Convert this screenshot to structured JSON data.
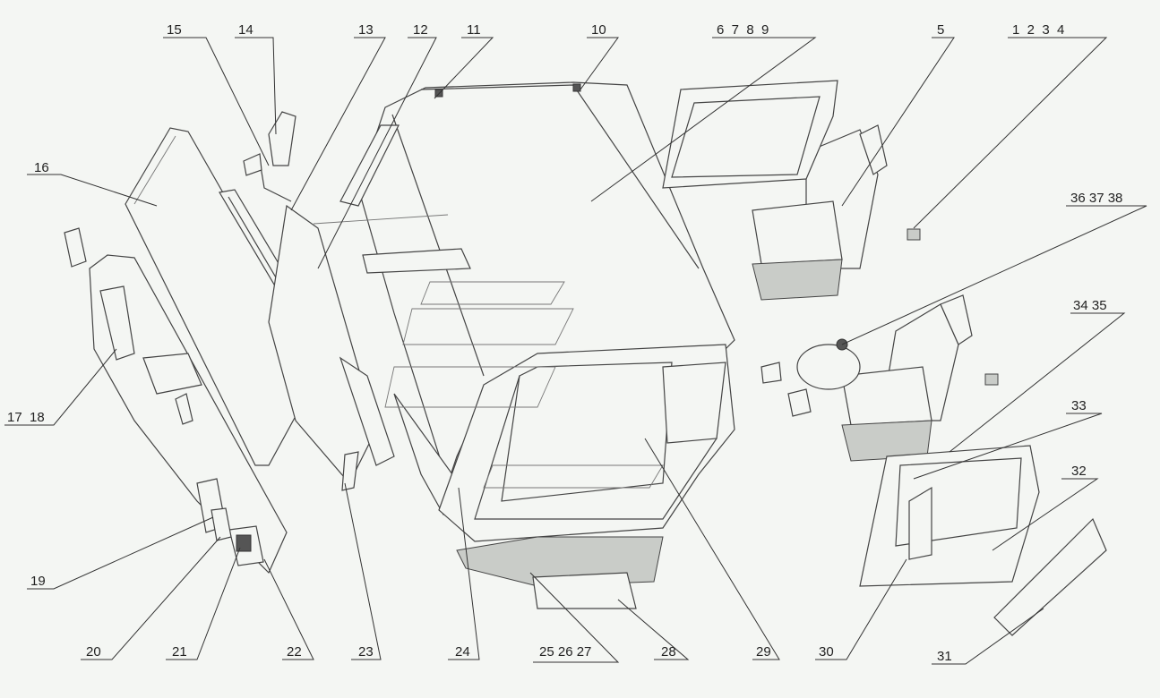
{
  "labels": [
    {
      "id": "label-15",
      "text": "15"
    },
    {
      "id": "label-14",
      "text": "14"
    },
    {
      "id": "label-13",
      "text": "13"
    },
    {
      "id": "label-12",
      "text": "12"
    },
    {
      "id": "label-11",
      "text": "11"
    },
    {
      "id": "label-10",
      "text": "10"
    },
    {
      "id": "label-6-9",
      "text": "6  7  8  9"
    },
    {
      "id": "label-5",
      "text": "5"
    },
    {
      "id": "label-1-4",
      "text": "1  2  3  4"
    },
    {
      "id": "label-16",
      "text": "16"
    },
    {
      "id": "label-36-38",
      "text": "36 37 38"
    },
    {
      "id": "label-34-35",
      "text": "34 35"
    },
    {
      "id": "label-17-18",
      "text": "17  18"
    },
    {
      "id": "label-33",
      "text": "33"
    },
    {
      "id": "label-32",
      "text": "32"
    },
    {
      "id": "label-19",
      "text": "19"
    },
    {
      "id": "label-20",
      "text": "20"
    },
    {
      "id": "label-21",
      "text": "21"
    },
    {
      "id": "label-22",
      "text": "22"
    },
    {
      "id": "label-23",
      "text": "23"
    },
    {
      "id": "label-24",
      "text": "24"
    },
    {
      "id": "label-25-27",
      "text": "25 26 27"
    },
    {
      "id": "label-28",
      "text": "28"
    },
    {
      "id": "label-29",
      "text": "29"
    },
    {
      "id": "label-30",
      "text": "30"
    },
    {
      "id": "label-31",
      "text": "31"
    }
  ]
}
